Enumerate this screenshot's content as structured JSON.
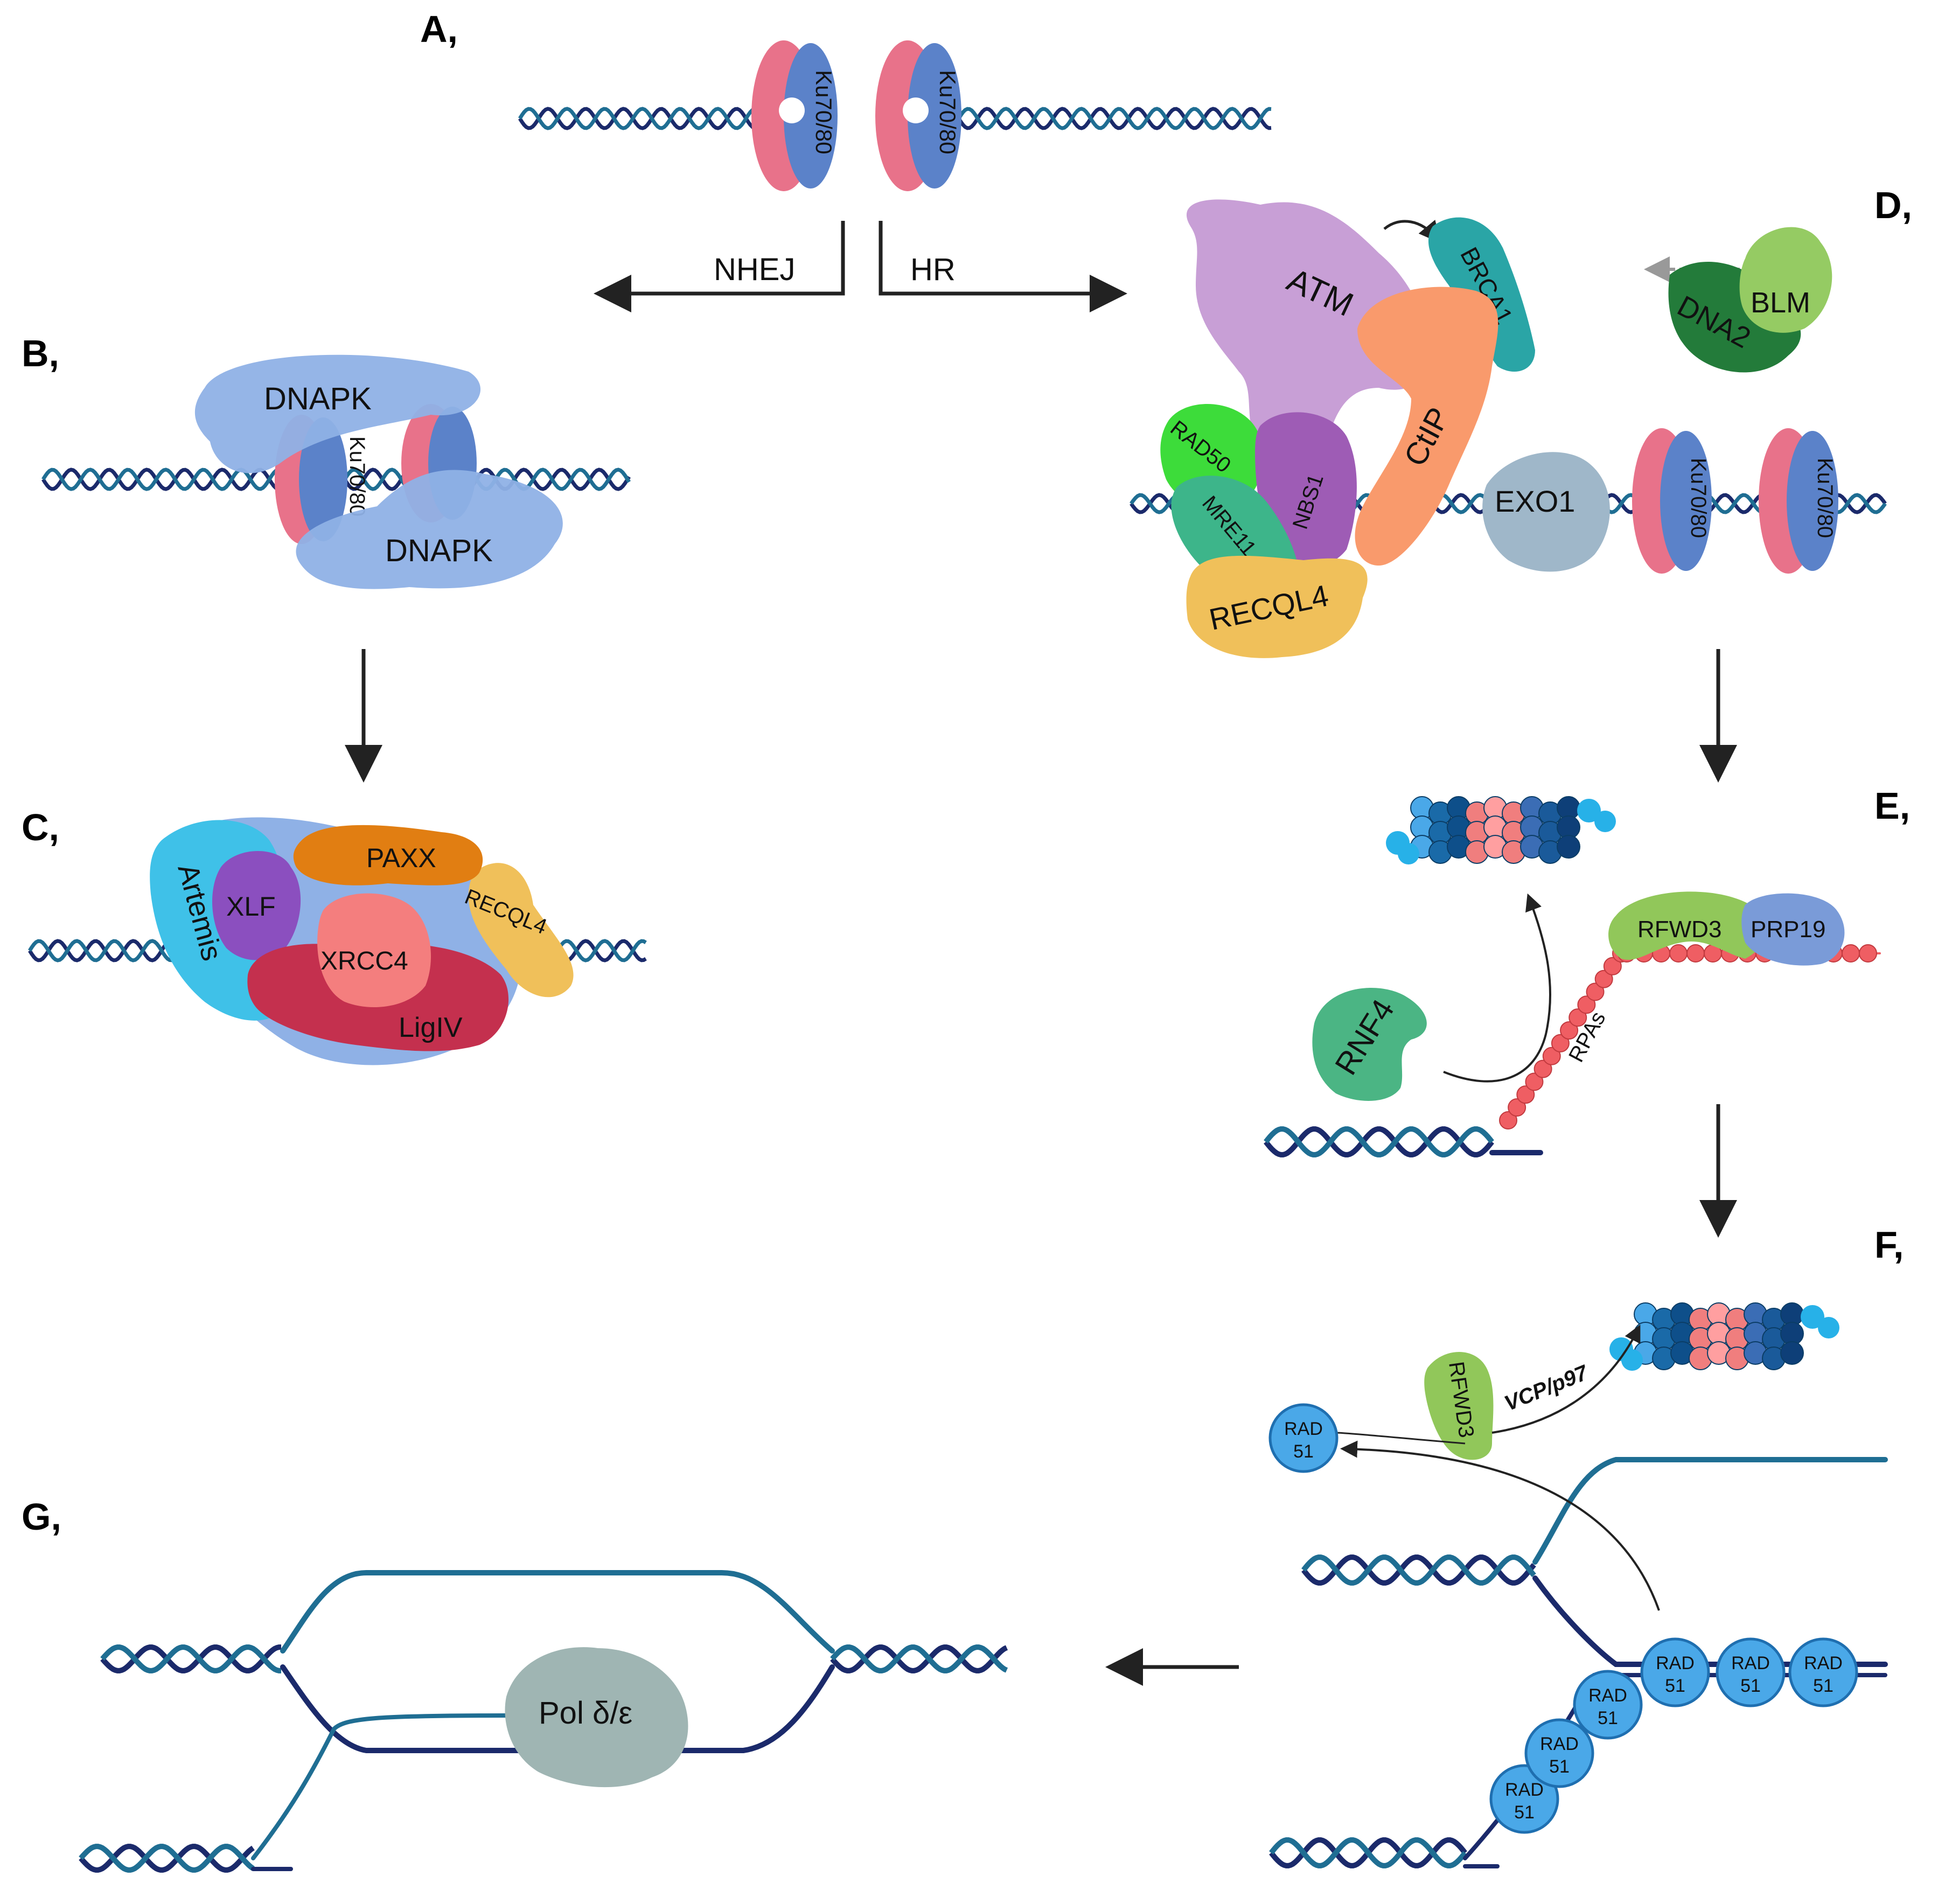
{
  "panels": {
    "a": "A,",
    "b": "B,",
    "c": "C,",
    "d": "D,",
    "e": "E,",
    "f": "F,",
    "g": "G,"
  },
  "pathways": {
    "nhej": "NHEJ",
    "hr": "HR"
  },
  "proteins": {
    "ku": "Ku70/80",
    "dnapk": "DNAPK",
    "artemis": "Artemis",
    "xlf": "XLF",
    "paxx": "PAXX",
    "recql4": "RECQL4",
    "xrcc4": "XRCC4",
    "ligiv": "LigIV",
    "atm": "ATM",
    "brca1": "BRCA1",
    "ctip": "CtIP",
    "rad50": "RAD50",
    "mre11": "MRE11",
    "nbs1": "NBS1",
    "blm": "BLM",
    "dna2": "DNA2",
    "exo1": "EXO1",
    "rfwd3": "RFWD3",
    "prp19": "PRP19",
    "rnf4": "RNF4",
    "rpas": "RPAs",
    "vcp": "VCP/p97",
    "rad51_top": "RAD",
    "rad51_bottom": "51",
    "pol": "Pol δ/ε"
  },
  "colors": {
    "dna_dark": "#1b2a6b",
    "dna_light": "#1f6e93",
    "ku_pink": "#e8728a",
    "ku_blue": "#5b82c9",
    "dnapk": "#8fb1e6",
    "artemis": "#3fc1e8",
    "xlf": "#8b4fbf",
    "paxx": "#e17e12",
    "recql4": "#f0c05a",
    "xrcc4": "#f47e7e",
    "ligiv": "#c4304e",
    "atm": "#c89fd6",
    "brca1": "#2aa5a6",
    "ctip": "#f99a6c",
    "rad50": "#3ddc3a",
    "mre11": "#3db58a",
    "nbs1": "#9e5cb5",
    "blm": "#95cb63",
    "dna2": "#237b3a",
    "exo1": "#9fb7c9",
    "rfwd3": "#91c75a",
    "prp19": "#7a9bd8",
    "rnf4": "#4bb584",
    "rpa": "#ef5e63",
    "rad51": "#4aa8e8",
    "pol": "#9fb5b3"
  }
}
